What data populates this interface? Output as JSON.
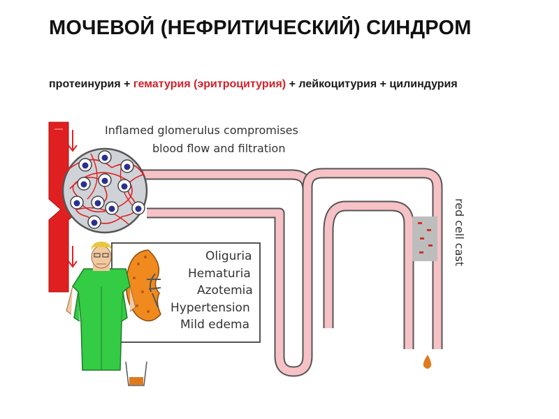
{
  "title": "МОЧЕВОЙ (НЕФРИТИЧЕСКИЙ) СИНДРОМ",
  "subtitle": {
    "part1": "протеинурия + ",
    "part2": "гематурия (эритроцитурия)",
    "part3": " + лейкоцитурия + цилиндурия"
  },
  "diagram": {
    "caption_line1": "Inflamed glomerulus compromises",
    "caption_line2": "blood flow and filtration",
    "symptoms": [
      "Oliguria",
      "Hematuria",
      "Azotemia",
      "Hypertension",
      "Mild edema"
    ],
    "cast_label": "red cell cast"
  },
  "colors": {
    "accent_red": "#d0222a",
    "vessel_red": "#e02020",
    "tubule_pink": "#f6c2c6",
    "scrubs_green": "#33cc44",
    "kidney_orange": "#f08a1e"
  }
}
